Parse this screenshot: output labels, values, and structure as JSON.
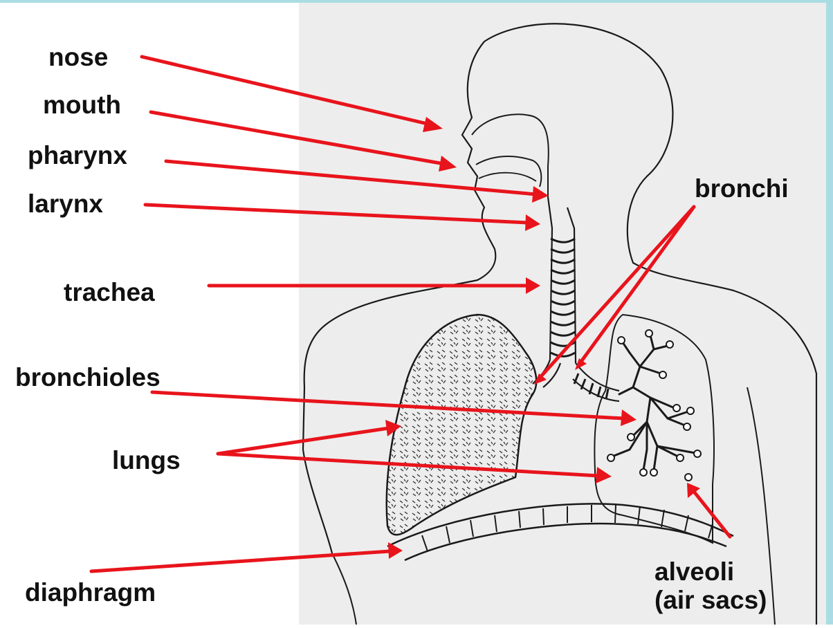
{
  "labels": {
    "nose": "nose",
    "mouth": "mouth",
    "pharynx": "pharynx",
    "larynx": "larynx",
    "trachea": "trachea",
    "bronchioles": "bronchioles",
    "lungs": "lungs",
    "diaphragm": "diaphragm",
    "bronchi": "bronchi",
    "alveoli_line1": "alveoli",
    "alveoli_line2": "(air sacs)"
  },
  "colors": {
    "arrow": "#e8141c",
    "outline": "#1a1a1a",
    "drawing_bg": "#ededed",
    "frame": "#a9dde3",
    "text": "#111111"
  }
}
